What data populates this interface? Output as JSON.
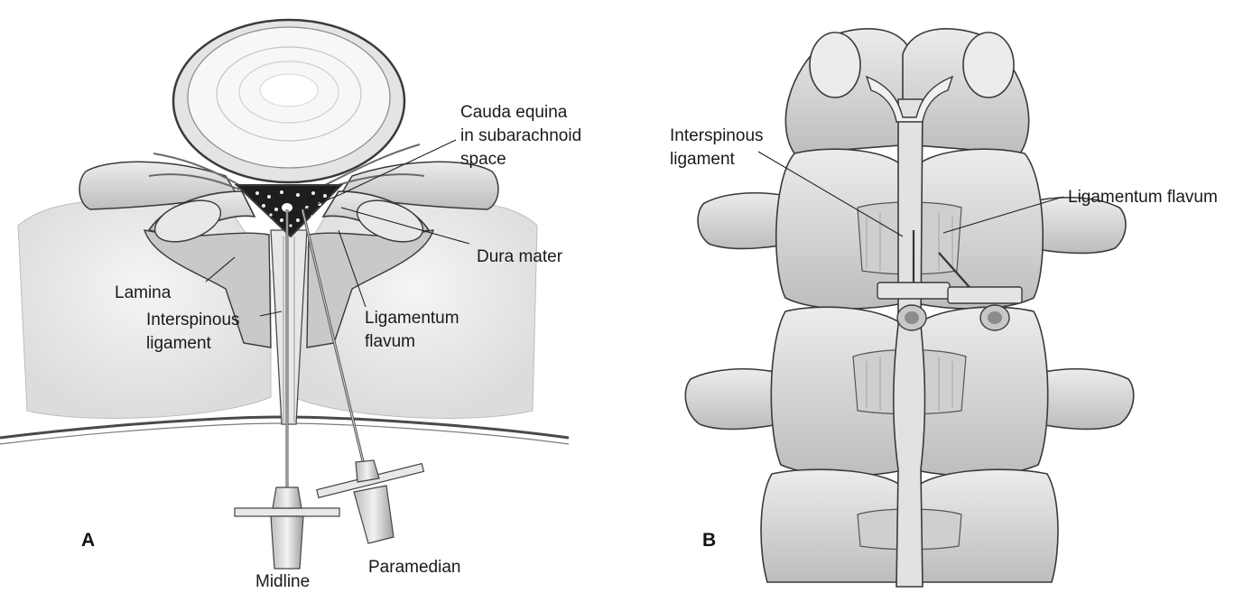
{
  "panels": {
    "a": {
      "letter": "A",
      "labels": {
        "cauda_1": "Cauda equina",
        "cauda_2": "in subarachnoid",
        "cauda_3": "space",
        "dura": "Dura mater",
        "lamina": "Lamina",
        "interspinous_1": "Interspinous",
        "interspinous_2": "ligament",
        "flavum_1": "Ligamentum",
        "flavum_2": "flavum",
        "midline": "Midline",
        "paramedian": "Paramedian"
      }
    },
    "b": {
      "letter": "B",
      "labels": {
        "interspinous_1": "Interspinous",
        "interspinous_2": "ligament",
        "flavum": "Ligamentum flavum"
      }
    }
  },
  "colors": {
    "bone": "#dedede",
    "bone_shadow": "#a9a9a9",
    "soft_tissue": "#ededed",
    "outline": "#3a3a3a",
    "csf_dark": "#1e1e1e"
  }
}
